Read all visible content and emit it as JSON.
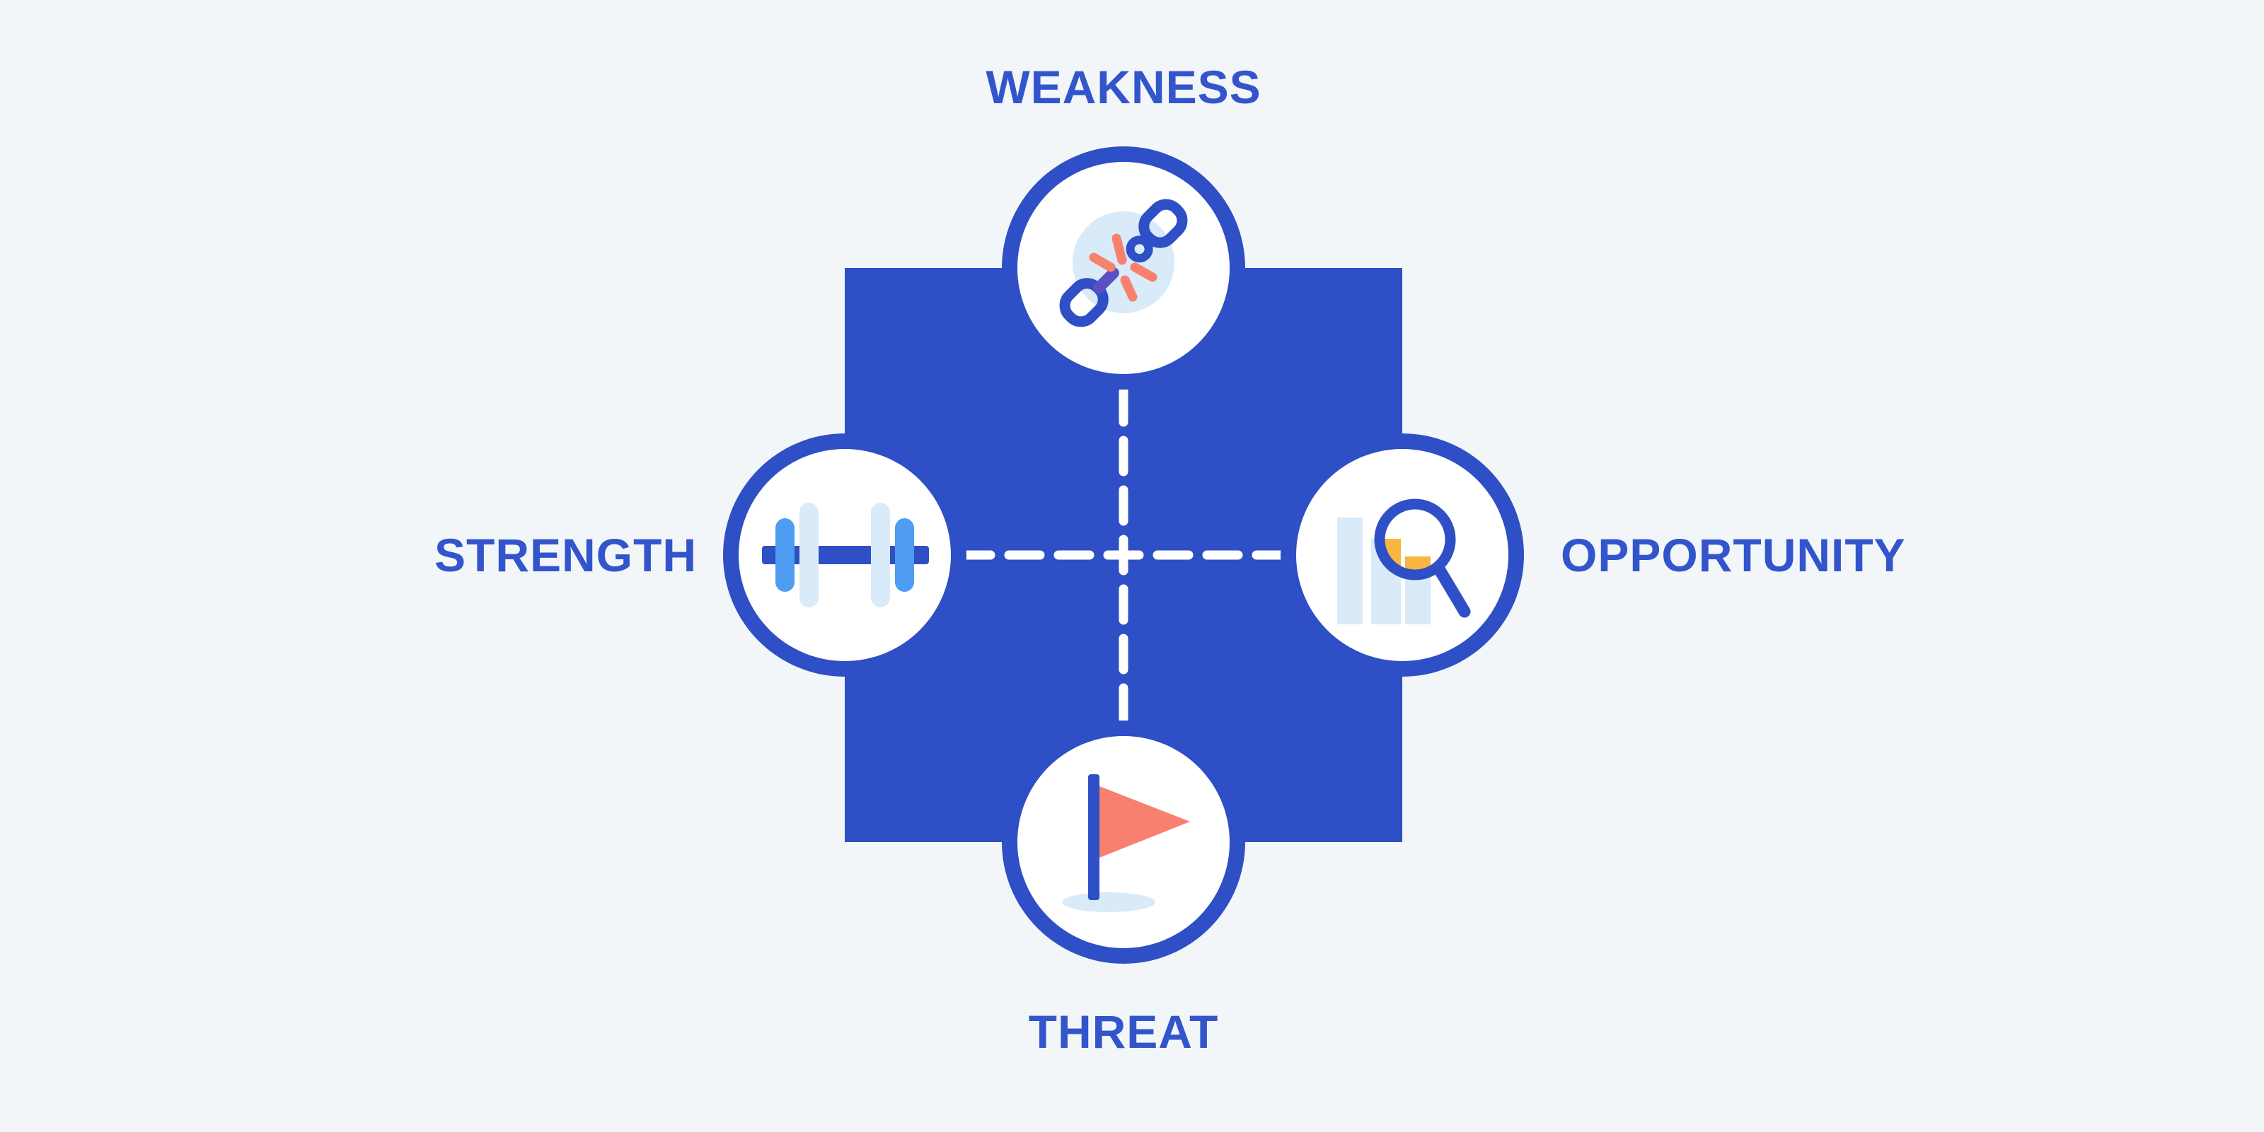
{
  "diagram": {
    "type": "swot-analysis-infographic",
    "quadrants": {
      "top": {
        "label": "WEAKNESS",
        "icon": "broken-chain-icon"
      },
      "left": {
        "label": "STRENGTH",
        "icon": "dumbbell-icon"
      },
      "right": {
        "label": "OPPORTUNITY",
        "icon": "magnifier-bar-chart-icon"
      },
      "bottom": {
        "label": "THREAT",
        "icon": "flag-icon"
      }
    },
    "colors": {
      "background": "#F2F6F8",
      "primary_blue": "#2E4FC5",
      "label_text": "#3355CC",
      "medium_blue": "#4E9DF2",
      "light_blue": "#D9EAF8",
      "coral": "#F8806E",
      "purple": "#5A50C4",
      "amber": "#F8B640",
      "white": "#FFFFFF"
    }
  }
}
